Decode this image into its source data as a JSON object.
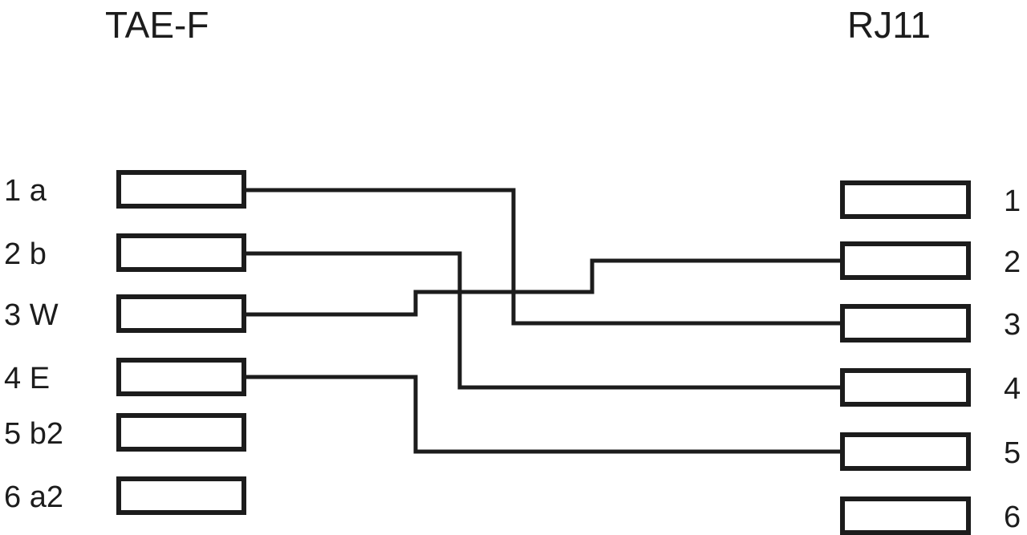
{
  "diagram": {
    "background_color": "#ffffff",
    "line_color": "#1c1c1c",
    "left_connector": {
      "title": "TAE-F",
      "pins": [
        {
          "label": "1 a"
        },
        {
          "label": "2 b"
        },
        {
          "label": "3 W"
        },
        {
          "label": "4 E"
        },
        {
          "label": "5 b2"
        },
        {
          "label": "6 a2"
        }
      ]
    },
    "right_connector": {
      "title": "RJ11",
      "pins": [
        {
          "label": "1"
        },
        {
          "label": "2"
        },
        {
          "label": "3"
        },
        {
          "label": "4"
        },
        {
          "label": "5"
        },
        {
          "label": "6"
        }
      ]
    },
    "connections": [
      {
        "from": "1 a",
        "to": "3"
      },
      {
        "from": "2 b",
        "to": "4"
      },
      {
        "from": "3 W",
        "to": "2"
      },
      {
        "from": "4 E",
        "to": "5"
      }
    ],
    "unconnected_left_pins": [
      "5 b2",
      "6 a2"
    ],
    "unconnected_right_pins": [
      "1",
      "6"
    ]
  }
}
